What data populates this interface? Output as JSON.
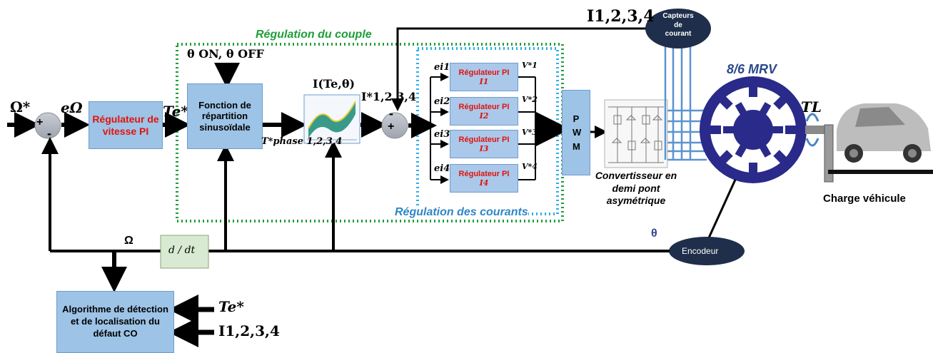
{
  "inputs": {
    "omega_ref": "Ω*",
    "error_omega": "eΩ",
    "theta_on_off": "θ ON, θ OFF",
    "te_ref": "Te*",
    "current_ref": "I*1,2,3,4",
    "i_te_theta": "I(Te,θ)",
    "t_phase": "T*phase 1,2,3,4",
    "i_measured": "I1,2,3,4",
    "omega": "Ω",
    "theta": "θ",
    "tl": "TL",
    "derivative": "d / dt"
  },
  "blocks": {
    "speed_regulator": "Régulateur de vitesse PI",
    "distribution_function": "Fonction de répartition sinusoïdale",
    "pwm": "P W M",
    "converter": "Convertisseur en demi pont asymétrique",
    "motor": "8/6 MRV",
    "sensors": "Capteurs de courant",
    "encoder": "Encodeur",
    "load": "Charge véhicule",
    "fault_algorithm": "Algorithme de détection et de localisation du défaut CO"
  },
  "current_regulators": [
    {
      "error": "ei1",
      "label": "Régulateur PI",
      "sub": "I1",
      "out": "V*1"
    },
    {
      "error": "ei2",
      "label": "Régulateur PI",
      "sub": "I2",
      "out": "V*2"
    },
    {
      "error": "ei3",
      "label": "Régulateur PI",
      "sub": "I3",
      "out": "V*3"
    },
    {
      "error": "ei4",
      "label": "Régulateur PI",
      "sub": "I4",
      "out": "V*4"
    }
  ],
  "regions": {
    "torque_regulation": "Régulation du couple",
    "current_regulation": "Régulation des courants"
  },
  "summing_signs": {
    "sum1_plus": "+",
    "sum1_minus": "-",
    "sum2_plus": "+",
    "sum2_minus": "-"
  },
  "colors": {
    "block_fill": "#9dc3e6",
    "regulator_fill": "#a9c8ea",
    "green_region": "#1f9e3a",
    "blue_region": "#2eaee6",
    "motor": "#2a2a8a",
    "label_red": "#e3120b",
    "ellipse": "#1f2e4a"
  }
}
